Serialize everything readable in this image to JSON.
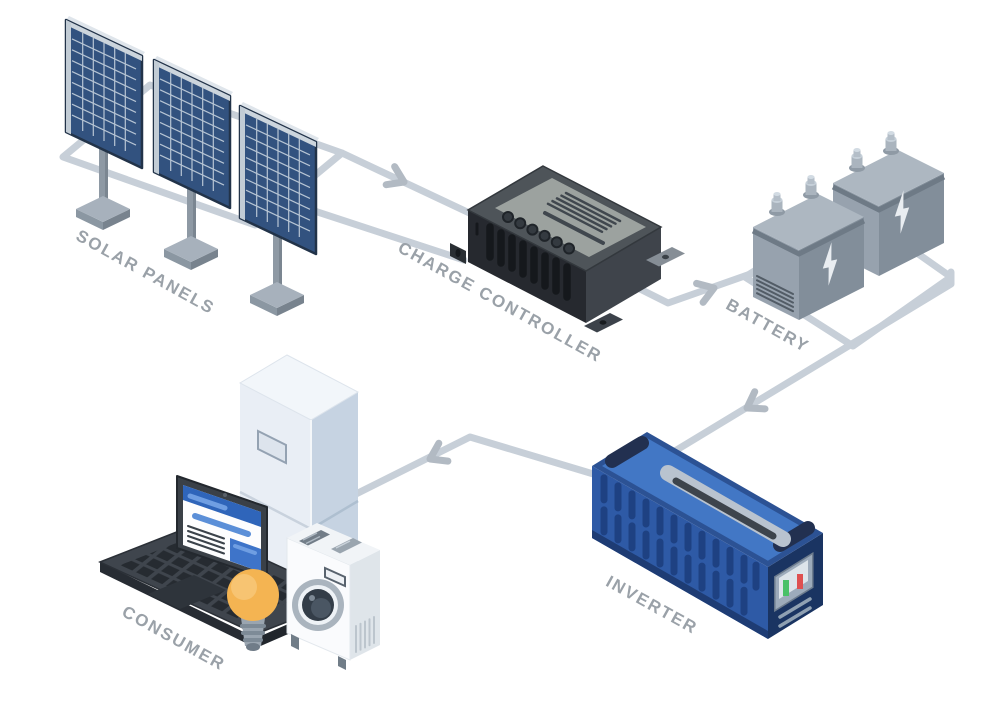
{
  "diagram": {
    "nodes": [
      {
        "id": "solar-panels",
        "label": "SOLAR PANELS",
        "items_visible": 3
      },
      {
        "id": "charge-controller",
        "label": "CHARGE CONTROLLER",
        "items_visible": 1
      },
      {
        "id": "battery",
        "label": "BATTERY",
        "items_visible": 2
      },
      {
        "id": "inverter",
        "label": "INVERTER",
        "items_visible": 1
      },
      {
        "id": "consumer",
        "label": "CONSUMER",
        "items_visible": 4
      }
    ],
    "edges": [
      {
        "from": "solar-panels",
        "to": "charge-controller"
      },
      {
        "from": "charge-controller",
        "to": "battery"
      },
      {
        "from": "battery",
        "to": "inverter"
      },
      {
        "from": "inverter",
        "to": "consumer"
      }
    ],
    "consumer_devices": [
      "refrigerator",
      "laptop",
      "light bulb",
      "washing machine"
    ],
    "colors": {
      "background": "#ffffff",
      "connector": "#c7cfd8",
      "arrow": "#b2bac3",
      "label_text": "#9aa1a8",
      "solar_cell_blue": "#32527f",
      "controller_dark": "#26292f",
      "battery_gray": "#97a2ae",
      "inverter_blue": "#2e5aa6",
      "indicator_green": "#49c168",
      "indicator_red": "#de5050",
      "bulb_amber": "#f4b452"
    }
  }
}
